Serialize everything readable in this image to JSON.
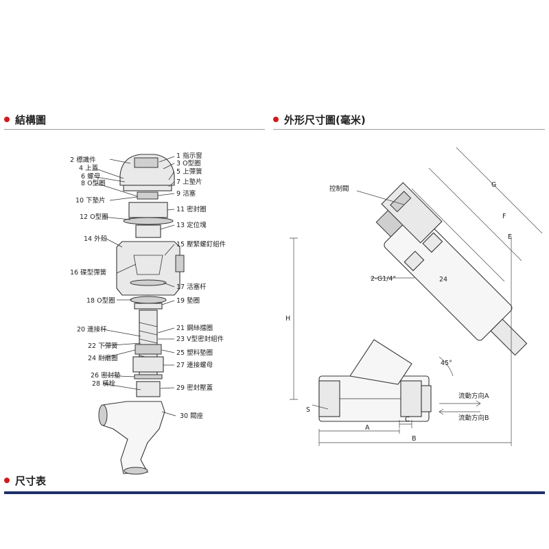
{
  "sections": {
    "structure_title": "結構圖",
    "dimensions_title": "外形尺寸圖(毫米)",
    "table_title": "尺寸表"
  },
  "parts": {
    "p1": "1 指示窗",
    "p2": "2 標識件",
    "p3": "3 O型圈",
    "p4": "4 上蓋",
    "p5": "5 上彈簧",
    "p6": "6 螺母",
    "p7": "7 上墊片",
    "p8": "8 O型圈",
    "p9": "9 活塞",
    "p10": "10 下墊片",
    "p11": "11 密封圈",
    "p12": "12 O型圈",
    "p13": "13 定位塊",
    "p14": "14 外殼",
    "p15": "15 壓緊螺釘組件",
    "p16": "16 碟型彈簧",
    "p17": "17 活塞杆",
    "p18": "18 O型圈",
    "p19": "19 墊圈",
    "p20": "20 連接杆",
    "p21": "21 鋼絲擋圈",
    "p22": "22 下彈簧",
    "p23": "23 V型密封組件",
    "p24": "24 耐磨圈",
    "p25": "25 塑料墊圈",
    "p26": "26 密封墊",
    "p27": "27 連接螺母",
    "p28": "28 橫栓",
    "p29": "29 密封壓蓋",
    "p30": "30 閥座"
  },
  "dimension_labels": {
    "control_valve": "控制閥",
    "port": "2-G1/4\"",
    "angle": "45°",
    "flow_a": "流動方向A",
    "flow_b": "流動方向B",
    "wrench": "24",
    "G": "G",
    "F": "F",
    "E": "E",
    "H": "H",
    "S": "S",
    "A": "A",
    "B": "B",
    "C": "C"
  },
  "colors": {
    "accent_dot": "#d11a1a",
    "table_bar": "#1d2f68"
  }
}
